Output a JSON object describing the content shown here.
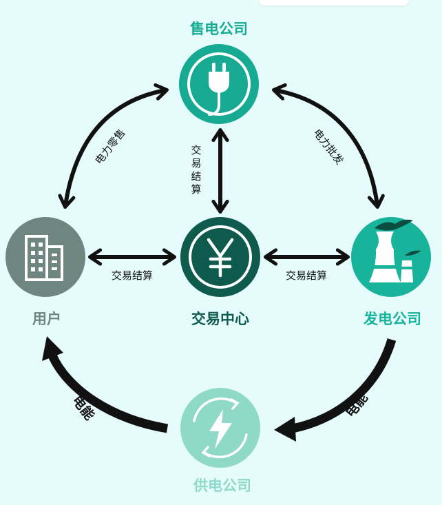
{
  "nodes": {
    "retail": {
      "label": "售电公司",
      "color": "#17aa92"
    },
    "center": {
      "label": "交易中心",
      "color": "#0e5a4c"
    },
    "user": {
      "label": "用户",
      "color": "#6f8680"
    },
    "generation": {
      "label": "发电公司",
      "color": "#17b39a"
    },
    "supply": {
      "label": "供电公司",
      "color": "#8fd9c9"
    }
  },
  "edges": {
    "retail_user": "电力零售",
    "retail_generation": "电力批发",
    "retail_center": "交易结算",
    "user_center": "交易结算",
    "center_generation": "交易结算",
    "generation_supply": "电能",
    "supply_user": "电能"
  }
}
